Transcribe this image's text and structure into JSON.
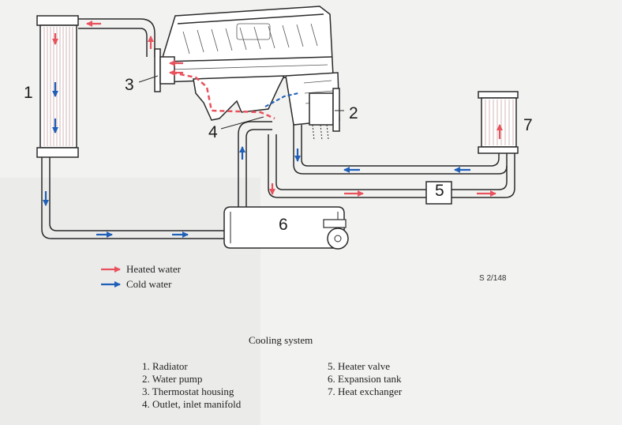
{
  "labels": {
    "radiator_num": "1",
    "water_pump_num": "2",
    "thermostat_num": "3",
    "manifold_num": "4",
    "heater_valve_num": "5",
    "expansion_tank_num": "6",
    "heat_exchanger_num": "7"
  },
  "legend": {
    "heated": "Heated water",
    "cold": "Cold water"
  },
  "figure_code": "S 2/148",
  "caption": "Cooling system",
  "parts_left": [
    "1.  Radiator",
    "2.  Water pump",
    "3.  Thermostat housing",
    "4.  Outlet, inlet manifold"
  ],
  "parts_right": [
    "5.  Heater valve",
    "6.  Expansion tank",
    "7.  Heat exchanger"
  ],
  "colors": {
    "heated": "#e8525c",
    "cold": "#1f5fb8",
    "line": "#2a2a2a"
  }
}
